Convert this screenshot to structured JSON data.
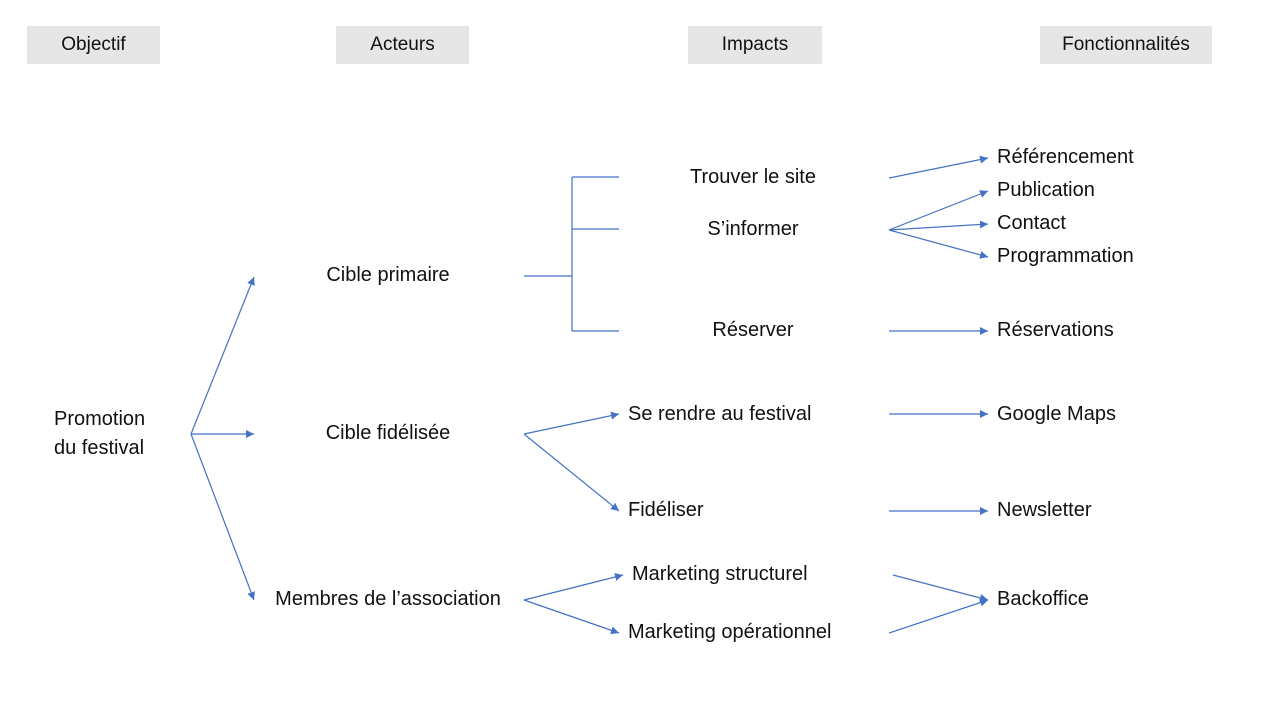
{
  "headers": {
    "objectif": "Objectif",
    "acteurs": "Acteurs",
    "impacts": "Impacts",
    "fonctionnalites": "Fonctionnalités"
  },
  "objectif": {
    "line1": "Promotion",
    "line2": "du festival"
  },
  "acteurs": {
    "primaire": "Cible primaire",
    "fidelisee": "Cible fidélisée",
    "membres": "Membres de l’association"
  },
  "impacts": {
    "trouver": "Trouver le site",
    "informer": "S’informer",
    "reserver": "Réserver",
    "rendre": "Se rendre au festival",
    "fideliser": "Fidéliser",
    "mkt_struct": "Marketing structurel",
    "mkt_oper": "Marketing opérationnel"
  },
  "fonctionnalites": {
    "referencement": "Référencement",
    "publication": "Publication",
    "contact": "Contact",
    "programmation": "Programmation",
    "reservations": "Réservations",
    "maps": "Google Maps",
    "newsletter": "Newsletter",
    "backoffice": "Backoffice"
  },
  "colors": {
    "connector": "#4472c4",
    "header_bg": "#e6e6e6"
  }
}
